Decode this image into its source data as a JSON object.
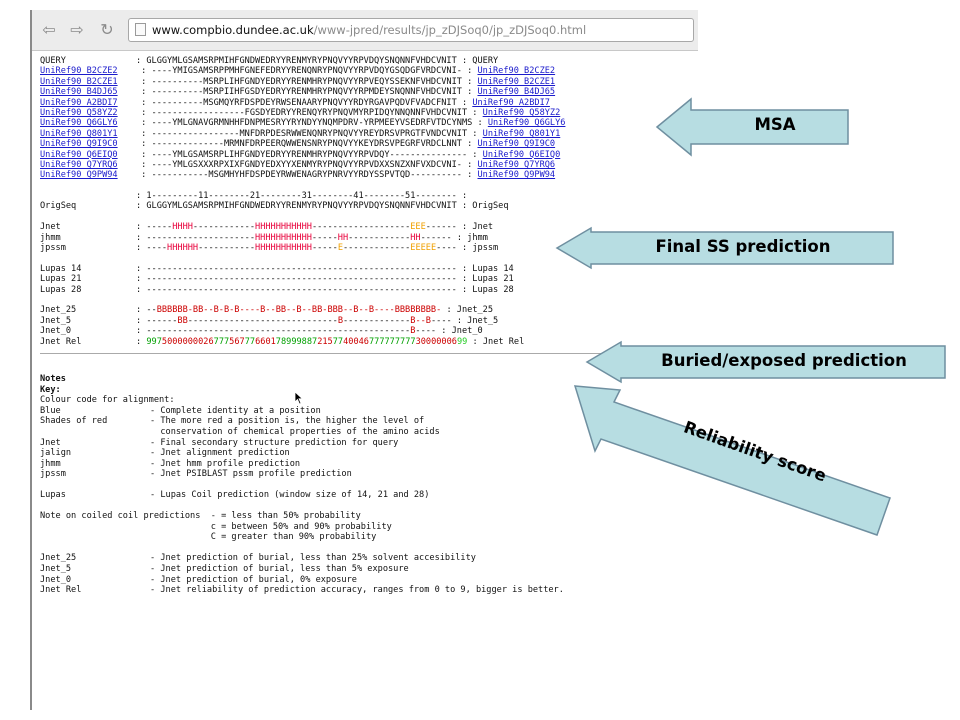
{
  "browser": {
    "back_icon": "back-icon",
    "forward_icon": "forward-icon",
    "reload_icon": "reload-icon",
    "url_host": "www.compbio.dundee.ac.uk",
    "url_path": "/www-jpred/results/jp_zDJSoq0/jp_zDJSoq0.html"
  },
  "msa": {
    "query": {
      "name": "QUERY",
      "seq": ": GLGGYMLGSAMSRPMIHFGNDWEDRYYRENMYRYPNQVYYRPVDQYSNQNNFVHDCVNIT : QUERY"
    },
    "rows": [
      {
        "name": "UniRef90_B2CZE2",
        "seq": " : ----YMIGSAMSRPPMHFGNEFEDRYYRENQNRYPNQVYYRPVDQYGSQDGFVRDCVNI- : "
      },
      {
        "name": "UniRef90_B2CZE1",
        "seq": " : ----------MSRPLIHFGNDYEDRYYRENMHRYPNQVYYRPVEQYSSEKNFVHDCVNIT : "
      },
      {
        "name": "UniRef90_B4DJ65",
        "seq": " : ----------MSRPIIHFGSDYEDRYYRENMHRYPNQVYYRPMDEYSNQNNFVHDCVNIT : "
      },
      {
        "name": "UniRef90_A2BDI7",
        "seq": " : ----------MSGMQYRFDSPDEYRWSENAARYPNQVYYRDYRGAVPQDVFVADCFNIT : "
      },
      {
        "name": "UniRef90_Q58YZ2",
        "seq": " : ------------------FGSDYEDRYYRENQYRYPNQVMYRPIDQYNNQNNFVHDCVNIT : "
      },
      {
        "name": "UniRef90_Q6GLY6",
        "seq": " : ----YMLGNAVGRMNHHFDNPMESRYYRYNDYYNQMPDRV-YRPMEEYVSEDRFVTDCYNMS : "
      },
      {
        "name": "UniRef90_Q801Y1",
        "seq": " : -----------------MNFDRPDESRWWENQNRYPNQVYYREYDRSVPRGTFVNDCVNIT : "
      },
      {
        "name": "UniRef90_Q9I9C0",
        "seq": " : --------------MRMNFDRPEERQWWENSNRYPNQVYYKEYDRSVPEGRFVRDCLNNT : "
      },
      {
        "name": "UniRef90_Q6EIQ0",
        "seq": " : ----YMLGSAMSRPLIHFGNDYEDRYYRENMHRYPNQVYYRPVDQY--------------- : "
      },
      {
        "name": "UniRef90_Q7YRQ6",
        "seq": " : ----YMLGSXXXRPXIXFGNDYEDXYYXENMYRYPNQVYYRPVDXXSNZXNFVXDCVNI- : "
      },
      {
        "name": "UniRef90_Q9PW94",
        "seq": " : -----------MSGMHYHFDSPDEYRWWENAGRYPNRVYYRDYSSPVTQD---------- : "
      }
    ]
  },
  "ruler": ": 1---------11--------21--------31--------41--------51-------- :",
  "origseq": {
    "name": "OrigSeq",
    "seq": ": GLGGYMLGSAMSRPMIHFGNDWEDRYYRENMYRYPNQVYYRPVDQYSNQNNFVHDCVNIT : OrigSeq"
  },
  "predictions": {
    "jnet": {
      "name": "Jnet",
      "pre": ": -----",
      "h1": "HHHH",
      "mid1": "------------",
      "h2": "HHHHHHHHHHH",
      "mid2": "-------------------",
      "e1": "EEE",
      "post": "------ : Jnet"
    },
    "jhmm": {
      "name": "jhmm",
      "pre": ": ---------------------",
      "h1": "HHHHHHHHHHH",
      "mid1": "-----",
      "h2": "HH",
      "mid2": "------------",
      "h3": "HH",
      "post": "------ : jhmm"
    },
    "jpssm": {
      "name": "jpssm",
      "pre": ": ----",
      "h1": "HHHHHH",
      "mid1": "-----------",
      "h2": "HHHHHHHHHHH",
      "mid2": "-----",
      "e1": "E",
      "mid3": "-------------",
      "e2": "EEEEE",
      "post": "---- : jpssm"
    }
  },
  "lupas": [
    {
      "name": "Lupas 14",
      "seq": ": ------------------------------------------------------------ : Lupas 14"
    },
    {
      "name": "Lupas 21",
      "seq": ": ------------------------------------------------------------ : Lupas 21"
    },
    {
      "name": "Lupas 28",
      "seq": ": ------------------------------------------------------------ : Lupas 28"
    }
  ],
  "burial": {
    "jnet25": {
      "name": "Jnet_25",
      "pre": ": --",
      "b": "BBBBBB-BB--B-B-B----B--BB--B--BB-BBB--B--B----BBBBBBBB-",
      "post": " : Jnet_25"
    },
    "jnet5": {
      "name": "Jnet_5",
      "pre": ": ------",
      "b1": "BB",
      "mid1": "-----------------------------",
      "b2": "B",
      "mid2": "-------------",
      "b3": "B--B",
      "post": "---- : Jnet_5"
    },
    "jnet0": {
      "name": "Jnet_0",
      "pre": ": ---------------------------------------------------",
      "b1": "B",
      "post": "---- : Jnet_0"
    },
    "jnetrel": {
      "name": "Jnet Rel",
      "pre": ": ",
      "segments": [
        {
          "t": "997",
          "c": "c-g"
        },
        {
          "t": "5000000026",
          "c": "c-dr"
        },
        {
          "t": "777",
          "c": "c-g"
        },
        {
          "t": "567",
          "c": "c-dr"
        },
        {
          "t": "77",
          "c": "c-g"
        },
        {
          "t": "6",
          "c": "c-dr"
        },
        {
          "t": "6",
          "c": "c-dr"
        },
        {
          "t": "01",
          "c": "c-dr"
        },
        {
          "t": "78999887",
          "c": "c-g"
        },
        {
          "t": "215",
          "c": "c-dr"
        },
        {
          "t": "77",
          "c": "c-g"
        },
        {
          "t": "400",
          "c": "c-dr"
        },
        {
          "t": "46",
          "c": "c-dr"
        },
        {
          "t": "777777777",
          "c": "c-g"
        },
        {
          "t": "30000006",
          "c": "c-dr"
        },
        {
          "t": "99",
          "c": "c-lg"
        }
      ],
      "post": " : Jnet Rel"
    }
  },
  "notes": {
    "title": "Notes",
    "key_label": "Key:",
    "colour_line": "Colour code for alignment:",
    "items": [
      {
        "k": "Blue",
        "v": "- Complete identity at a position"
      },
      {
        "k": "Shades of red",
        "v": "- The more red a position is, the higher the level of"
      },
      {
        "k": "",
        "v": "  conservation of chemical properties of the amino acids"
      },
      {
        "k": "Jnet",
        "v": "- Final secondary structure prediction for query"
      },
      {
        "k": "jalign",
        "v": "- Jnet alignment prediction"
      },
      {
        "k": "jhmm",
        "v": "- Jnet hmm profile prediction"
      },
      {
        "k": "jpssm",
        "v": "- Jnet PSIBLAST pssm profile prediction"
      }
    ],
    "lupas": {
      "k": "Lupas",
      "v": "- Lupas Coil prediction (window size of 14, 21 and 28)"
    },
    "coil_note": [
      "Note on coiled coil predictions  - = less than 50% probability",
      "                                 c = between 50% and 90% probability",
      "                                 C = greater than 90% probability"
    ],
    "burial_items": [
      {
        "k": "Jnet_25",
        "v": "- Jnet prediction of burial, less than 25% solvent accesibility"
      },
      {
        "k": "Jnet_5",
        "v": "- Jnet prediction of burial, less than 5% exposure"
      },
      {
        "k": "Jnet_0",
        "v": "- Jnet prediction of burial, 0% exposure"
      },
      {
        "k": "Jnet Rel",
        "v": "- Jnet reliability of prediction accuracy, ranges from 0 to 9, bigger is better."
      }
    ]
  },
  "callouts": {
    "msa": "MSA",
    "final_ss": "Final SS prediction",
    "buried": "Buried/exposed prediction",
    "reliability": "Reliability score",
    "fill": "#b7dde2",
    "stroke": "#6f8fa0"
  }
}
